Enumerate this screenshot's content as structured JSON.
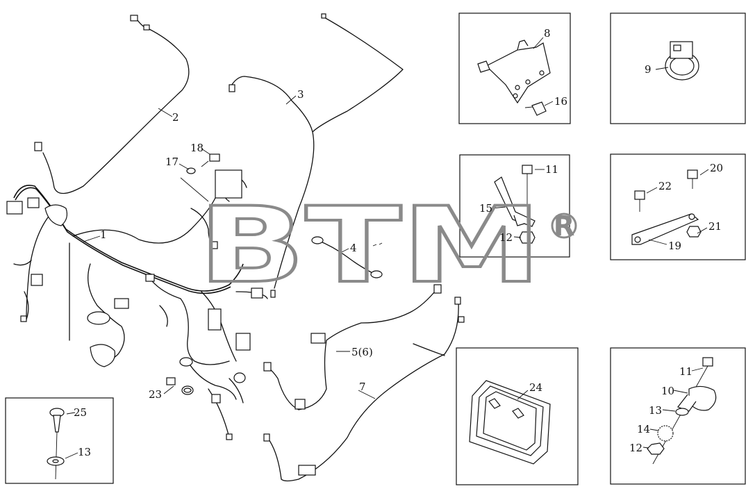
{
  "watermark": {
    "text": "BTM",
    "reg": "®"
  },
  "labels": {
    "l1": "1",
    "l2": "2",
    "l3": "3",
    "l4": "4",
    "l5": "5(6)",
    "l7": "7",
    "l8": "8",
    "l9": "9",
    "l10": "10",
    "l11a": "11",
    "l11b": "11",
    "l12a": "12",
    "l12b": "12",
    "l13a": "13",
    "l13b": "13",
    "l14": "14",
    "l15": "15",
    "l16": "16",
    "l17": "17",
    "l18": "18",
    "l19": "19",
    "l20": "20",
    "l21": "21",
    "l22": "22",
    "l23": "23",
    "l24": "24",
    "l25": "25"
  }
}
